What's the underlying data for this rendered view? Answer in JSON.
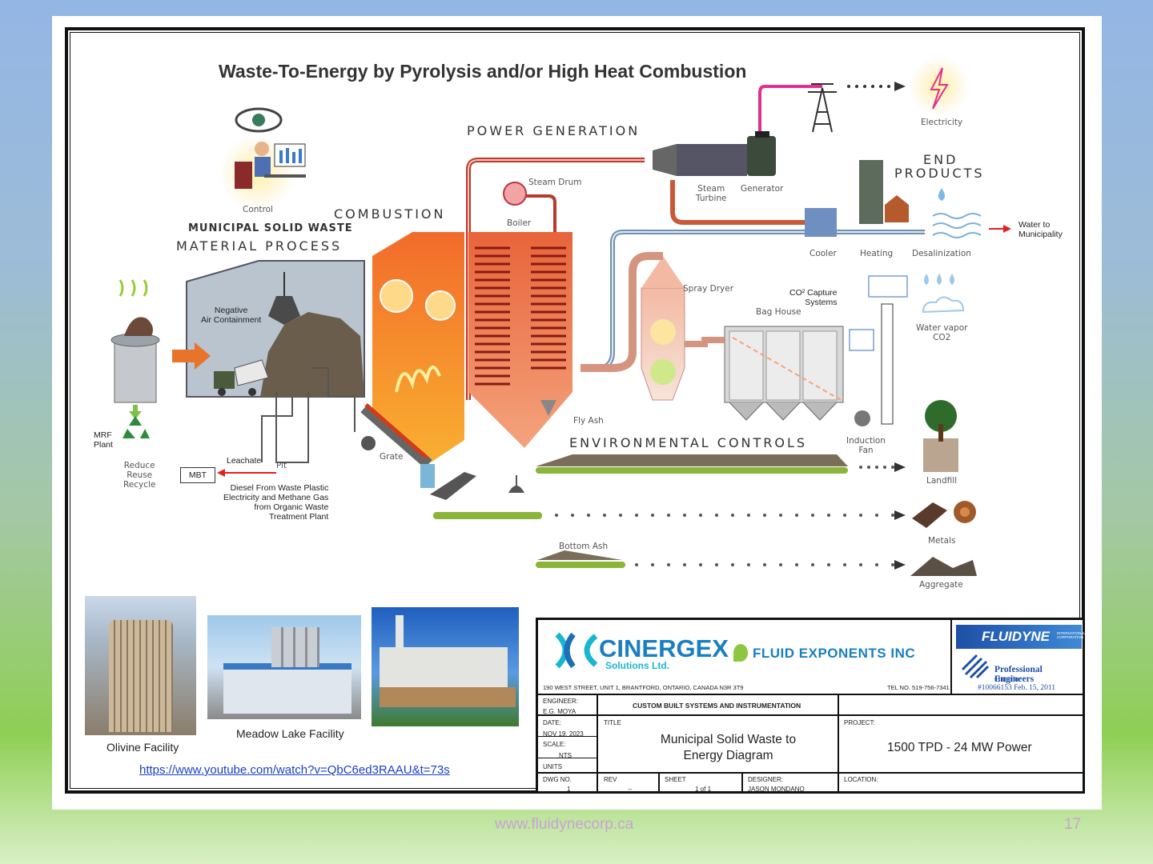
{
  "title": "Waste-To-Energy by Pyrolysis and/or High Heat Combustion",
  "sections": {
    "power": "POWER GENERATION",
    "combustion": "COMBUSTION",
    "msw1": "MUNICIPAL SOLID WASTE",
    "msw2": "MATERIAL PROCESS",
    "end1": "END",
    "end2": "PRODUCTS",
    "env": "ENVIRONMENTAL CONTROLS"
  },
  "labels": {
    "control": "Control",
    "steam_drum": "Steam Drum",
    "boiler": "Boiler",
    "steam_turbine": "Steam\nTurbine",
    "generator": "Generator",
    "electricity": "Electricity",
    "cooler": "Cooler",
    "heating": "Heating",
    "desalinization": "Desalinization",
    "water_to_muni": "Water to\nMunicipality",
    "negative_air": "Negative\nAir Containment",
    "spray_dryer": "Spray Dryer",
    "co2_capture": "CO² Capture\nSystems",
    "bag_house": "Bag House",
    "water_vapor": "Water vapor\nCO2",
    "fly_ash": "Fly Ash",
    "induction_fan": "Induction\nFan",
    "grate": "Grate",
    "leachate": "Leachate",
    "pit": "Pit",
    "mbt": "MBT",
    "mrf": "MRF\nPlant",
    "rrr": "Reduce\nReuse\nRecycle",
    "diesel": "Diesel From Waste Plastic\nElectricity and Methane Gas\nfrom Organic Waste\nTreatment Plant",
    "landfill": "Landfill",
    "metals": "Metals",
    "bottom_ash": "Bottom Ash",
    "aggregate": "Aggregate"
  },
  "photos": {
    "olivine": "Olivine Facility",
    "meadow": "Meadow Lake Facility",
    "link": "https://www.youtube.com/watch?v=QbC6ed3RAAU&t=73s"
  },
  "titleblock": {
    "cinergex": "CINERGEX",
    "cinergex_sub": "Solutions Ltd.",
    "fluid_exponents": "FLUID EXPONENTS INC",
    "fluidyne": "FLUIDYNE",
    "fluidyne_sub": "INTERNATIONAL CORPORATION",
    "peo1": "Professional Engineers",
    "peo2": "Ontario",
    "peo3": "#10066153   Feb. 15, 2011",
    "address": "190 WEST STREET, UNIT 1, BRANTFORD, ONTARIO, CANADA N3R 3T9",
    "tel": "TEL NO. 519-756-7341",
    "engineer_label": "ENGINEER:",
    "engineer": "E.G. MOYA",
    "custom": "CUSTOM BUILT SYSTEMS AND INSTRUMENTATION",
    "date_label": "DATE:",
    "date": "NOV 19, 2023",
    "title_label": "TITLE",
    "project_label": "PROJECT:",
    "scale_label": "SCALE:",
    "scale": "NTS",
    "units_label": "UNITS",
    "drawing_title": "Municipal Solid Waste to\nEnergy Diagram",
    "project": "1500 TPD - 24 MW Power",
    "dwg_label": "DWG NO.",
    "dwg": "1",
    "rev_label": "REV",
    "rev": "--",
    "sheet_label": "SHEET",
    "sheet": "1 of 1",
    "designer_label": "DESIGNER:",
    "designer": "JASON MONDANO",
    "location_label": "LOCATION:"
  },
  "footer": {
    "url": "www.fluidynecorp.ca",
    "page": "17"
  }
}
